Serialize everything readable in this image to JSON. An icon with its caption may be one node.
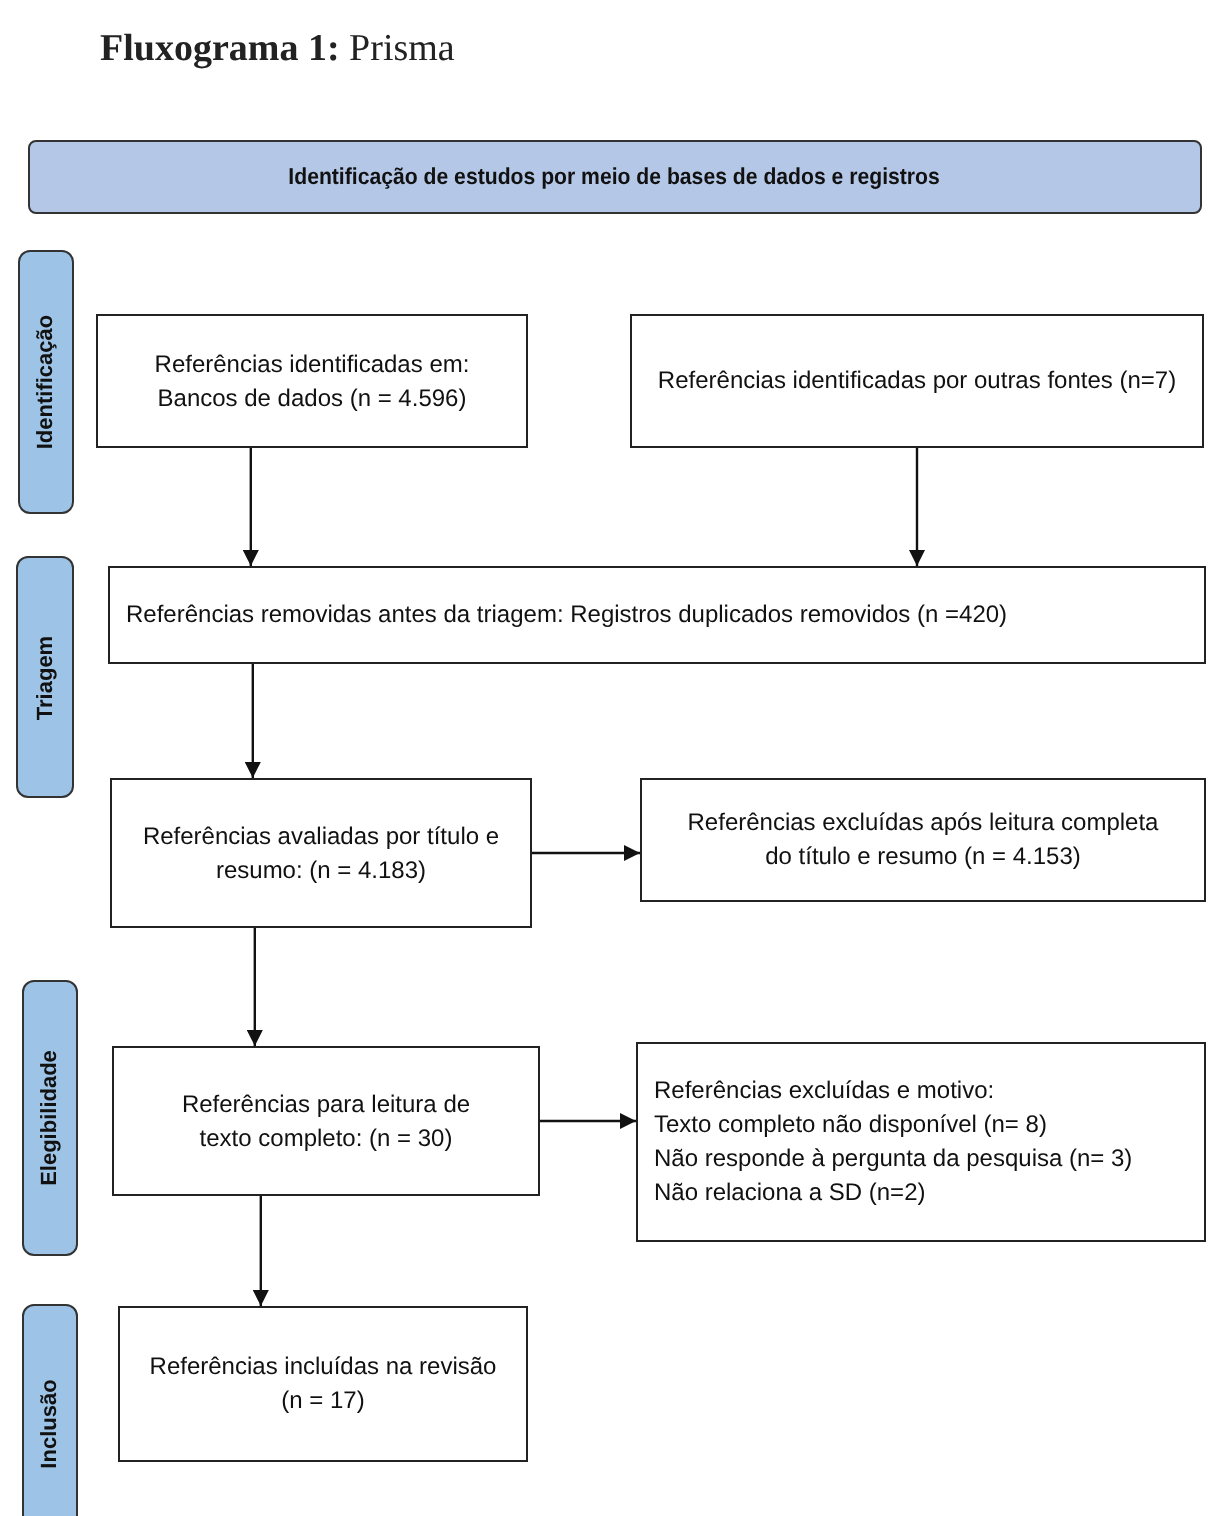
{
  "diagram": {
    "title": "**Fluxograma 1:** Prisma",
    "nodes": [
      {
        "text": [
          "Identificação de estudos por meio de bases de dados e registros"
        ]
      },
      {
        "text": [
          "Identificação"
        ]
      },
      {
        "text": [
          "Triagem"
        ]
      },
      {
        "text": [
          "Elegibilidade"
        ]
      },
      {
        "text": [
          "Inclusão"
        ]
      },
      {
        "text": [
          "Referências identificadas em: Bancos de dados (n = 4.596)"
        ]
      },
      {
        "text": [
          "Referências identificadas por outras fontes (n=7)"
        ]
      },
      {
        "text": [
          "Referências removidas antes da triagem: Registros duplicados removidos (n =420)"
        ]
      },
      {
        "text": [
          "Referências avaliadas por título e resumo: (n = 4.183)"
        ]
      },
      {
        "text": [
          "Referências excluídas após leitura completa do título e resumo (n = 4.153)"
        ]
      },
      {
        "text": [
          "Referências para leitura de texto completo: (n = 30)"
        ]
      },
      {
        "text": [
          "Referências excluídas e motivo:",
          "Texto completo não disponível (n= 8)",
          "Não responde à pergunta da pesquisa (n= 3)",
          "Não relaciona a SD (n=2)"
        ]
      },
      {
        "text": [
          "Referências incluídas na revisão (n = 17)"
        ]
      }
    ],
    "edges": [
      {
        "from": 5,
        "to": 7,
        "arrow": "to"
      },
      {
        "from": 6,
        "to": 7,
        "arrow": "to"
      },
      {
        "from": 7,
        "to": 8,
        "arrow": "to"
      },
      {
        "from": 8,
        "to": 9,
        "arrow": "to"
      },
      {
        "from": 8,
        "to": 10,
        "arrow": "to"
      },
      {
        "from": 10,
        "to": 11,
        "arrow": "to"
      },
      {
        "from": 10,
        "to": 12,
        "arrow": "to"
      }
    ]
  }
}
